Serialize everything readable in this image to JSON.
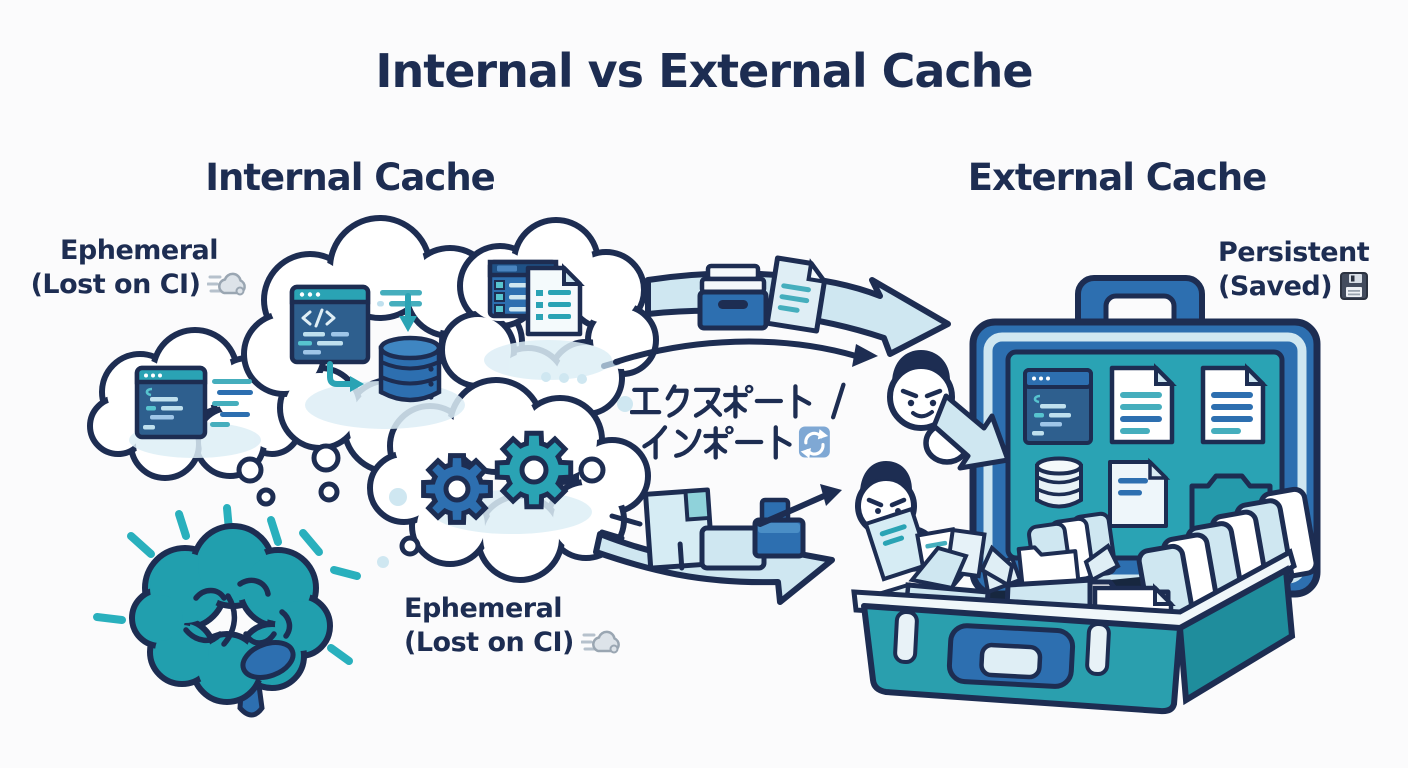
{
  "title": "Internal vs External Cache",
  "internal": {
    "heading": "Internal Cache",
    "label_top": {
      "line1": "Ephemeral",
      "line2": "(Lost on CI)",
      "icon": "dash-wind-emoji",
      "icon_char": "💨"
    },
    "label_bottom": {
      "line1": "Ephemeral",
      "line2": "(Lost on CI)",
      "icon": "dash-wind-emoji",
      "icon_char": "💨"
    }
  },
  "external": {
    "heading": "External Cache",
    "label": {
      "line1": "Persistent",
      "line2": "(Saved)",
      "icon": "floppy-disk-emoji",
      "icon_char": "💾"
    }
  },
  "transfer": {
    "line1": "エクスポート /",
    "line2": "インポート",
    "full": "エクスポート / インポート",
    "icon": "counterclockwise-arrows-emoji",
    "icon_char": "🔄"
  },
  "illustrations": {
    "left": [
      "thought-cloud-code-window",
      "thought-cloud-code-and-database",
      "thought-cloud-list-and-document",
      "thought-cloud-gears",
      "brain-icon",
      "thought-bubbles"
    ],
    "middle": [
      "export-band-arrow",
      "archive-box-icon",
      "document-icon",
      "thin-export-arrow",
      "import-band-arrow",
      "puzzle-blocks-icon",
      "thin-import-arrow"
    ],
    "right": [
      "worker-character-upper",
      "worker-character-lower",
      "arrow-into-suitcase",
      "open-suitcase",
      "code-window-icon",
      "document-icon",
      "database-icon",
      "file-icon",
      "folder-icon",
      "storage-boxes",
      "hanging-folders"
    ]
  },
  "colors": {
    "navy": "#1d2d52",
    "teal": "#2aa3b4",
    "brain_teal": "#219fae",
    "blue": "#2d6fb0",
    "window_slate": "#2e5f8e",
    "light_blue": "#cfe7f1",
    "background": "#fbfbfc"
  }
}
